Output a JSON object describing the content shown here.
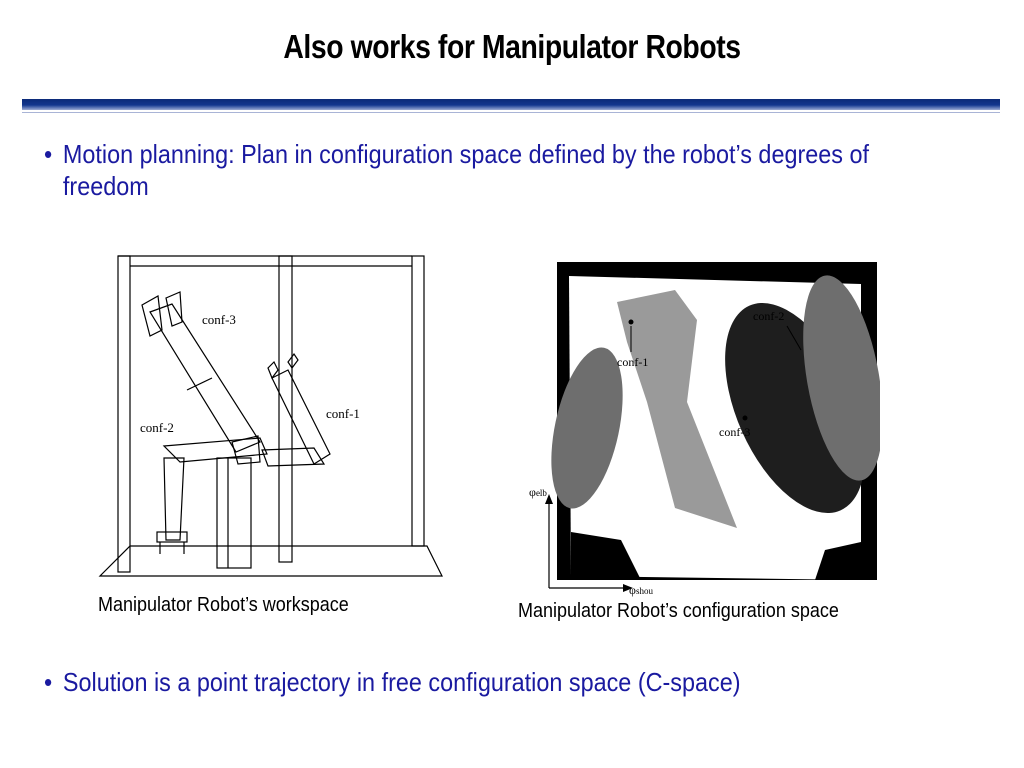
{
  "slide": {
    "title": "Also works for Manipulator Robots",
    "bullets": [
      {
        "marker": "•",
        "text": "Motion planning:  Plan in configuration space defined by the robot’s degrees of freedom"
      },
      {
        "marker": "•",
        "text": "Solution is a point trajectory in free configuration space (C-space)"
      }
    ]
  },
  "figures": {
    "workspace": {
      "caption": "Manipulator Robot’s workspace",
      "labels": {
        "conf3": "conf-3",
        "conf2": "conf-2",
        "conf1": "conf-1"
      }
    },
    "cspace": {
      "caption": "Manipulator Robot’s configuration space",
      "labels": {
        "conf2": "conf-2",
        "conf1": "conf-1",
        "conf3": "conf-3"
      },
      "axes": {
        "y_symbol": "φ",
        "y_sub": "elb",
        "x_symbol": "φ",
        "x_sub": "shou"
      }
    }
  },
  "colors": {
    "bullet_text": "#1a1aa0",
    "title_rule": "#0b2a78",
    "obstacle_dark": "#1e1e1e",
    "obstacle_gray": "#6e6e6e",
    "obstacle_light": "#9a9a9a"
  }
}
